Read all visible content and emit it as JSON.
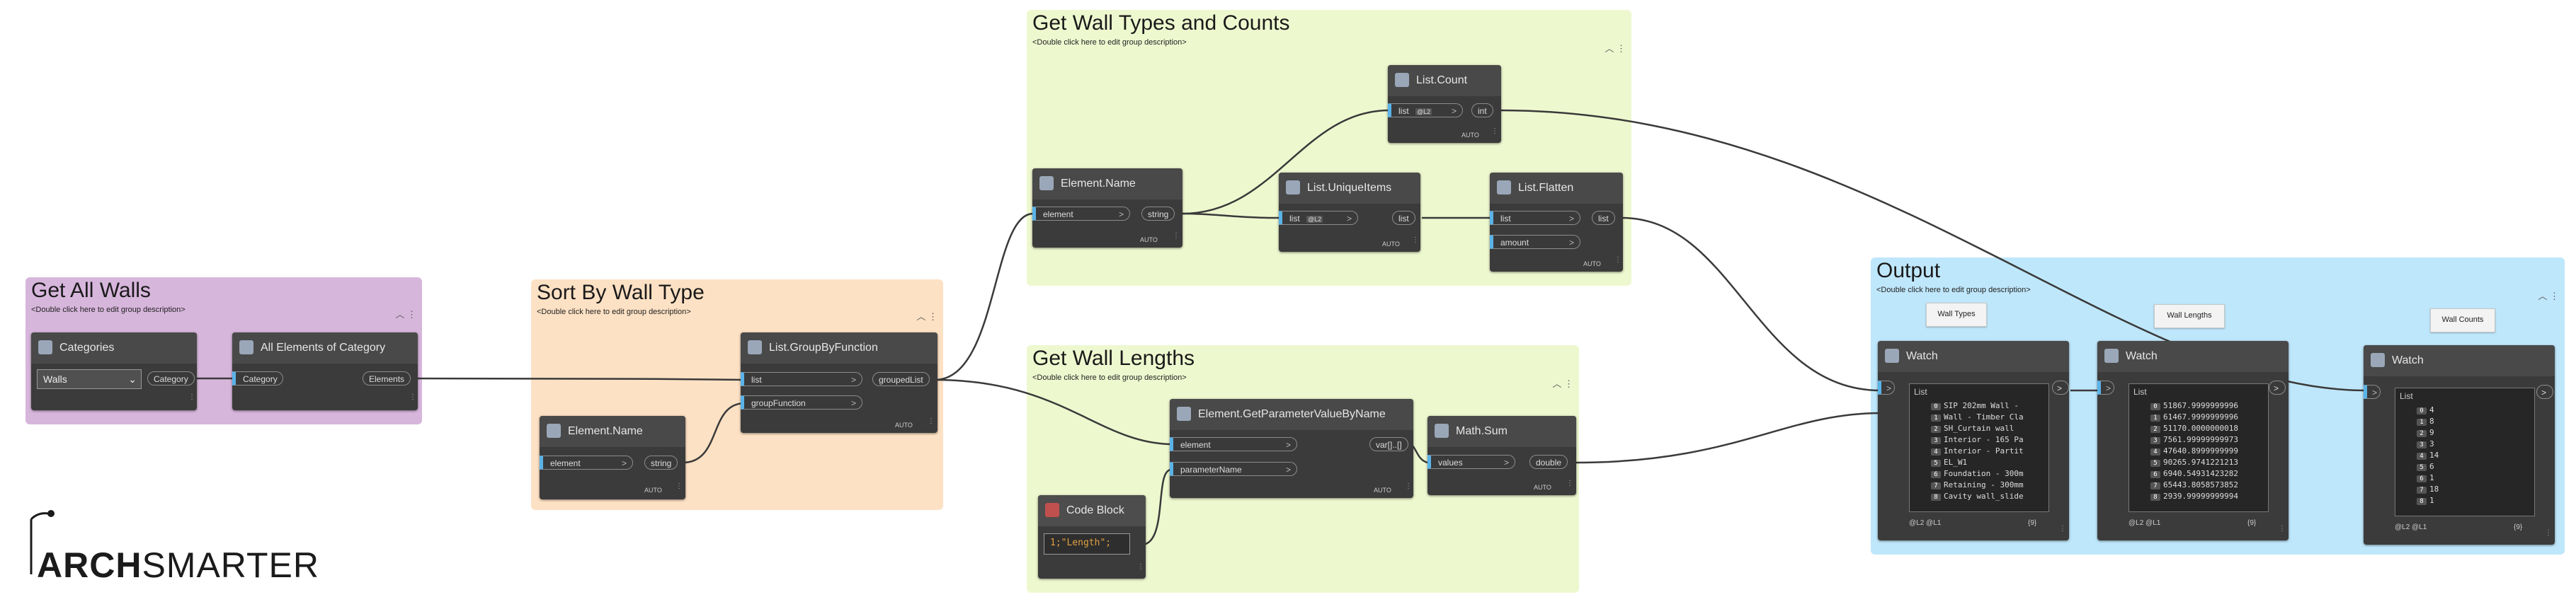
{
  "groups": {
    "get_all_walls": {
      "title": "Get All Walls",
      "desc": "<Double click here to edit group description>",
      "color": "#d7b6dc"
    },
    "sort_by_wall_type": {
      "title": "Sort By Wall Type",
      "desc": "<Double click here to edit group description>",
      "color": "#fde1c4"
    },
    "get_wall_types": {
      "title": "Get Wall Types and Counts",
      "desc": "<Double click here to edit group description>",
      "color": "#eef8cf"
    },
    "get_wall_lengths": {
      "title": "Get Wall Lengths",
      "desc": "<Double click here to edit group description>",
      "color": "#eef8cf"
    },
    "output": {
      "title": "Output",
      "desc": "<Double click here to edit group description>",
      "color": "#bfe7fb"
    }
  },
  "nodes": {
    "categories": {
      "title": "Categories",
      "dropdown": "Walls",
      "out": "Category"
    },
    "all_elements": {
      "title": "All Elements of Category",
      "in": "Category",
      "out": "Elements"
    },
    "element_name_sort": {
      "title": "Element.Name",
      "in": "element",
      "out": "string",
      "auto": "AUTO"
    },
    "group_by_function": {
      "title": "List.GroupByFunction",
      "in1": "list",
      "in2": "groupFunction",
      "out": "groupedList",
      "auto": "AUTO"
    },
    "element_name_types": {
      "title": "Element.Name",
      "in": "element",
      "out": "string",
      "auto": "AUTO"
    },
    "unique_items": {
      "title": "List.UniqueItems",
      "in": "list",
      "lacing": "@L2",
      "out": "list",
      "auto": "AUTO"
    },
    "list_count": {
      "title": "List.Count",
      "in": "list",
      "lacing": "@L2",
      "out": "int",
      "auto": "AUTO"
    },
    "list_flatten": {
      "title": "List.Flatten",
      "in1": "list",
      "in2": "amount",
      "out": "list",
      "auto": "AUTO"
    },
    "get_param": {
      "title": "Element.GetParameterValueByName",
      "in1": "element",
      "in2": "parameterName",
      "out": "var[]..[]",
      "auto": "AUTO"
    },
    "math_sum": {
      "title": "Math.Sum",
      "in": "values",
      "out": "double",
      "auto": "AUTO"
    },
    "code_block": {
      "title": "Code Block",
      "code": "1;\"Length\";"
    }
  },
  "watches": {
    "w1": {
      "title": "Watch",
      "note": "Wall Types",
      "list_label": "List",
      "footer_left": "@L2 @L1",
      "footer_right": "{9}",
      "items": [
        {
          "i": "0",
          "v": "SIP 202mm Wall -"
        },
        {
          "i": "1",
          "v": "Wall - Timber Cla"
        },
        {
          "i": "2",
          "v": "SH_Curtain wall"
        },
        {
          "i": "3",
          "v": "Interior - 165 Pa"
        },
        {
          "i": "4",
          "v": "Interior - Partit"
        },
        {
          "i": "5",
          "v": "EL_W1"
        },
        {
          "i": "6",
          "v": "Foundation - 300m"
        },
        {
          "i": "7",
          "v": "Retaining - 300mm"
        },
        {
          "i": "8",
          "v": "Cavity wall_slide"
        }
      ]
    },
    "w2": {
      "title": "Watch",
      "note": "Wall Lengths",
      "list_label": "List",
      "footer_left": "@L2 @L1",
      "footer_right": "{9}",
      "items": [
        {
          "i": "0",
          "v": "51867.9999999996"
        },
        {
          "i": "1",
          "v": "61467.9999999996"
        },
        {
          "i": "2",
          "v": "51170.0000000018"
        },
        {
          "i": "3",
          "v": "7561.99999999973"
        },
        {
          "i": "4",
          "v": "47640.8999999999"
        },
        {
          "i": "5",
          "v": "90265.9741221213"
        },
        {
          "i": "6",
          "v": "6940.54931423282"
        },
        {
          "i": "7",
          "v": "65443.8058573852"
        },
        {
          "i": "8",
          "v": "2939.99999999994"
        }
      ]
    },
    "w3": {
      "title": "Watch",
      "note": "Wall Counts",
      "list_label": "List",
      "footer_left": "@L2 @L1",
      "footer_right": "{9}",
      "items": [
        {
          "i": "0",
          "v": "4"
        },
        {
          "i": "1",
          "v": "8"
        },
        {
          "i": "2",
          "v": "9"
        },
        {
          "i": "3",
          "v": "3"
        },
        {
          "i": "4",
          "v": "14"
        },
        {
          "i": "5",
          "v": "6"
        },
        {
          "i": "6",
          "v": "1"
        },
        {
          "i": "7",
          "v": "18"
        },
        {
          "i": "8",
          "v": "1"
        }
      ]
    }
  },
  "logo": {
    "part1": "ARCH",
    "part2": "SMARTER"
  }
}
